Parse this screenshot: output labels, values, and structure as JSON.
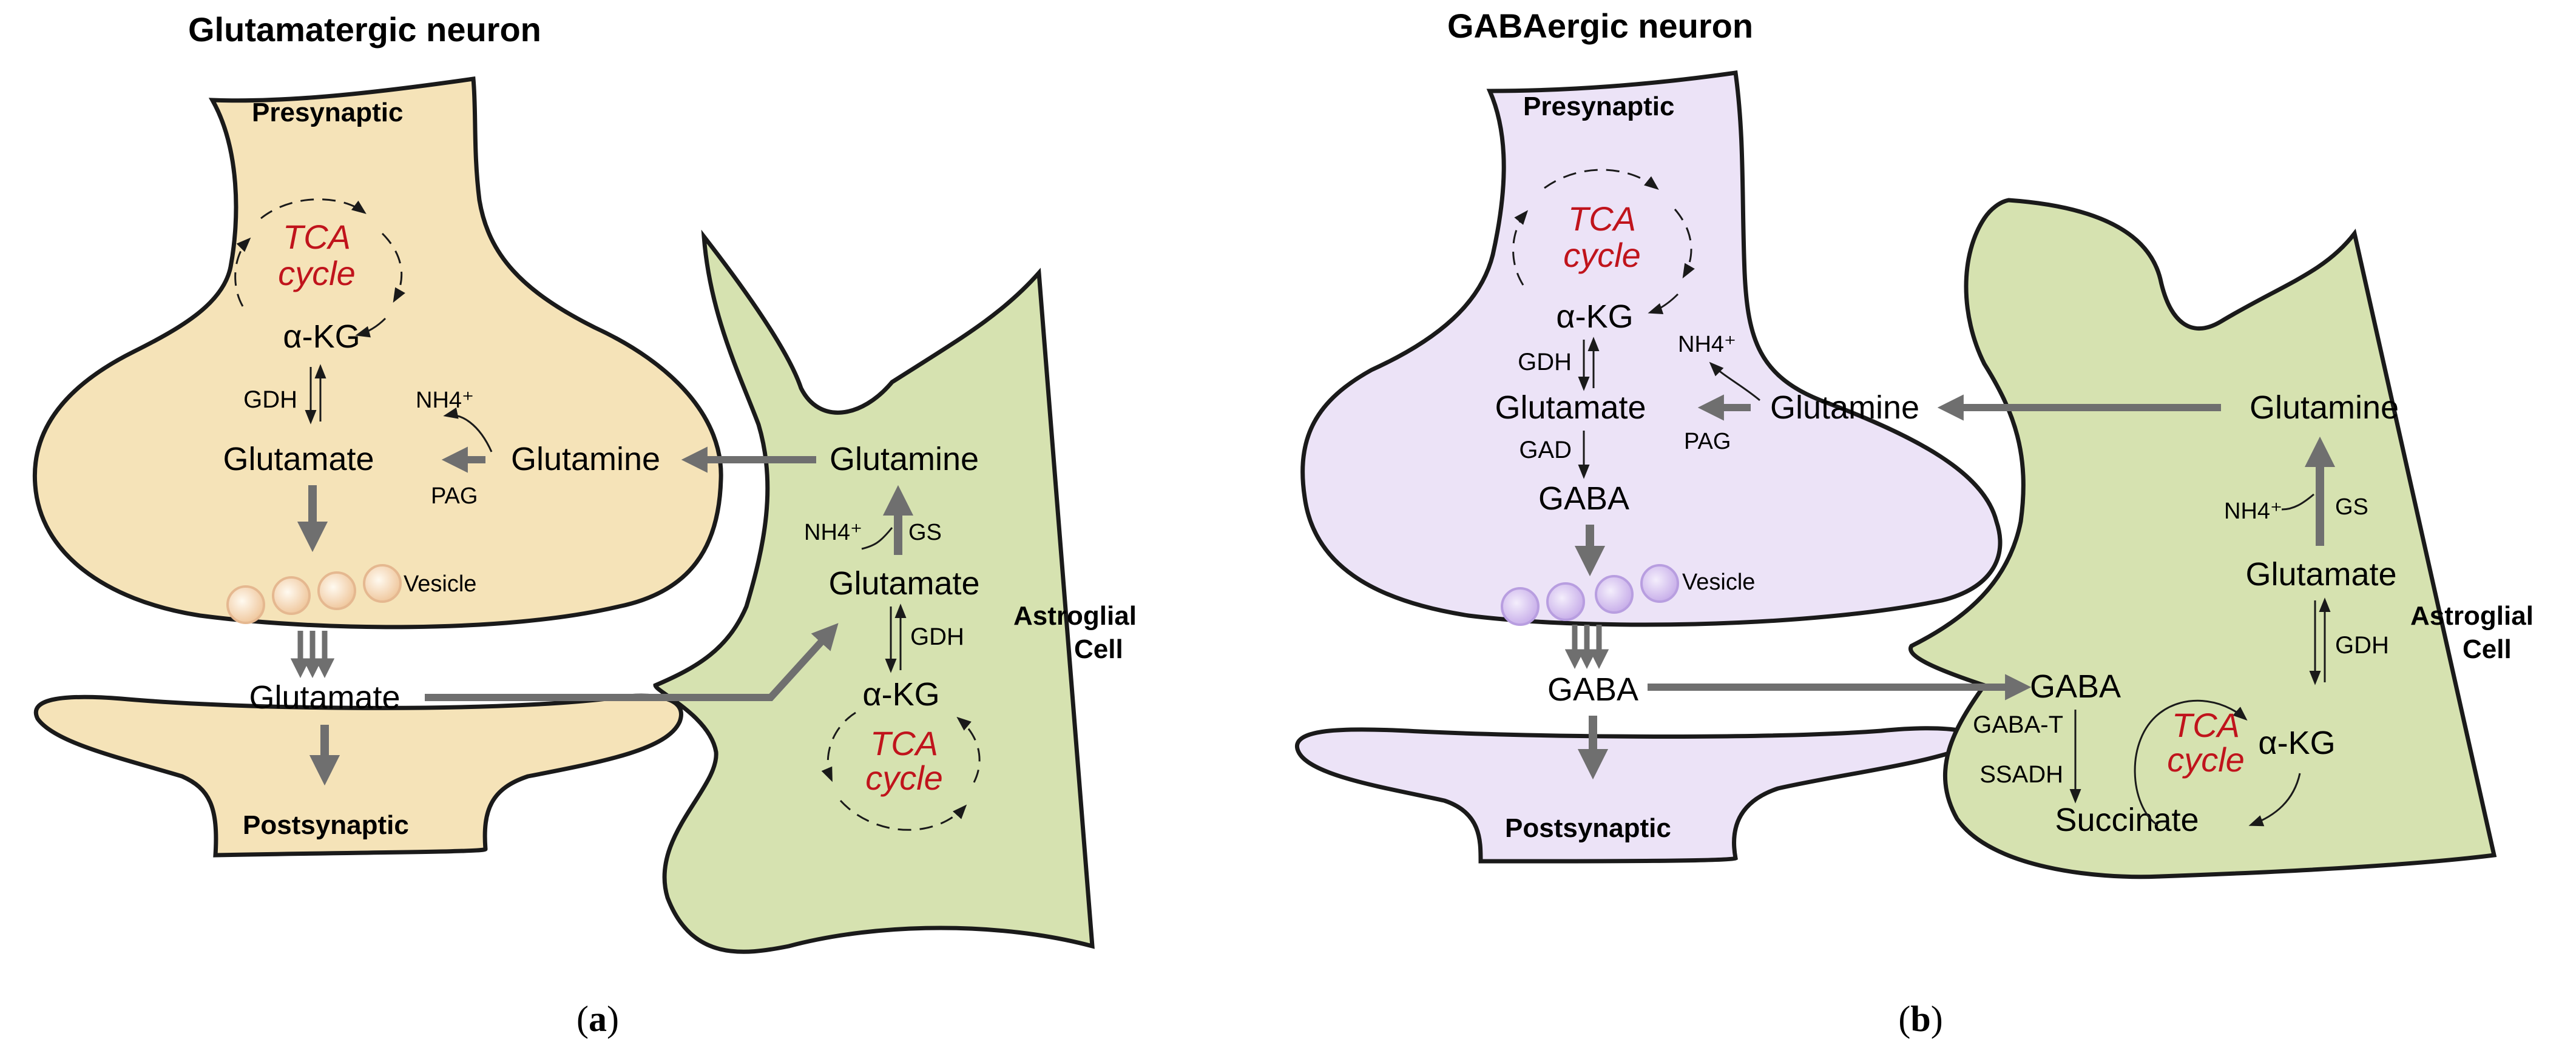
{
  "colors": {
    "glutamatergic_neuron_fill": "#f5e3b8",
    "gabaergic_neuron_fill": "#ece3f7",
    "astroglial_fill": "#d6e2b0",
    "outline": "#1a1a1a",
    "pathway_arrow": "#6f6f6f",
    "tca_text": "#c0141c",
    "glutamate_vesicle": "#f7d9b8",
    "gaba_vesicle": "#d6c3ee"
  },
  "panel_a": {
    "title": "Glutamatergic neuron",
    "presynaptic_label": "Presynaptic",
    "postsynaptic_label": "Postsynaptic",
    "astroglial_label_line1": "Astroglial",
    "astroglial_label_line2": "Cell",
    "neuron": {
      "tca_line1": "TCA",
      "tca_line2": "cycle",
      "akg": "α-KG",
      "gdh": "GDH",
      "glutamate": "Glutamate",
      "glutamine": "Glutamine",
      "nh4": "NH4⁺",
      "pag": "PAG",
      "vesicle_label": "Vesicle",
      "cleft_glutamate": "Glutamate"
    },
    "astrocyte": {
      "glutamine": "Glutamine",
      "nh4": "NH4⁺",
      "gs": "GS",
      "glutamate": "Glutamate",
      "gdh": "GDH",
      "akg": "α-KG",
      "tca_line1": "TCA",
      "tca_line2": "cycle"
    },
    "caption_open": "(",
    "caption_letter": "a",
    "caption_close": ")"
  },
  "panel_b": {
    "title": "GABAergic neuron",
    "presynaptic_label": "Presynaptic",
    "postsynaptic_label": "Postsynaptic",
    "astroglial_label_line1": "Astroglial",
    "astroglial_label_line2": "Cell",
    "neuron": {
      "tca_line1": "TCA",
      "tca_line2": "cycle",
      "akg": "α-KG",
      "gdh": "GDH",
      "nh4": "NH4⁺",
      "glutamate": "Glutamate",
      "glutamine": "Glutamine",
      "gad": "GAD",
      "pag": "PAG",
      "gaba": "GABA",
      "vesicle_label": "Vesicle",
      "cleft_gaba": "GABA"
    },
    "astrocyte": {
      "glutamine": "Glutamine",
      "nh4": "NH4⁺",
      "gs": "GS",
      "glutamate": "Glutamate",
      "gdh": "GDH",
      "gaba": "GABA",
      "gaba_t": "GABA-T",
      "ssadh": "SSADH",
      "tca_line1": "TCA",
      "tca_line2": "cycle",
      "akg": "α-KG",
      "succinate": "Succinate"
    },
    "caption_open": "(",
    "caption_letter": "b",
    "caption_close": ")"
  }
}
